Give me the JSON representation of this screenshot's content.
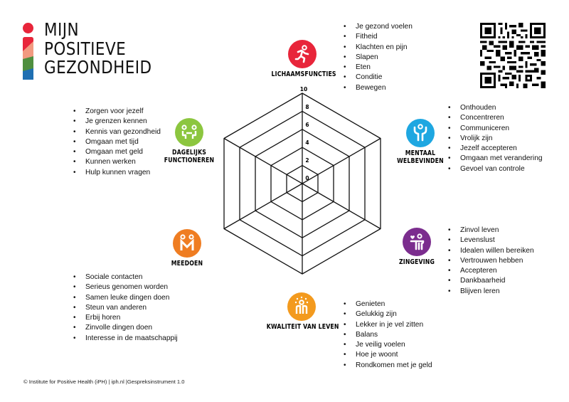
{
  "logo": {
    "lines": [
      "MIJN",
      "POSITIEVE",
      "GEZONDHEID"
    ],
    "colors": {
      "dot": "#e8253a",
      "bar": [
        "#e8253a",
        "#f29a80",
        "#4f8f3f",
        "#1f6fb2"
      ]
    }
  },
  "qr_code": {
    "name": "qr-code"
  },
  "radar": {
    "ticks": [
      "0",
      "2",
      "4",
      "6",
      "8",
      "10"
    ],
    "scale_max": 10,
    "rings": 5
  },
  "categories": [
    {
      "id": "lichaamsfuncties",
      "label": "LICHAAMSFUNCTIES",
      "color": "#e8253a",
      "icon": "running-person-icon",
      "items": [
        "Je gezond voelen",
        "Fitheid",
        "Klachten en pijn",
        "Slapen",
        "Eten",
        "Conditie",
        "Bewegen"
      ]
    },
    {
      "id": "mentaal-welbevinden",
      "label_lines": [
        "MENTAAL",
        "WELBEVINDEN"
      ],
      "color": "#1ea7e1",
      "icon": "person-arms-raised-icon",
      "items": [
        "Onthouden",
        "Concentreren",
        "Communiceren",
        "Vrolijk zijn",
        "Jezelf accepteren",
        "Omgaan met verandering",
        "Gevoel van controle"
      ]
    },
    {
      "id": "zingeving",
      "label": "ZINGEVING",
      "color": "#7b2d8e",
      "icon": "person-with-heart-icon",
      "items": [
        "Zinvol leven",
        "Levenslust",
        "Idealen willen bereiken",
        "Vertrouwen hebben",
        "Accepteren",
        "Dankbaarheid",
        "Blijven leren"
      ]
    },
    {
      "id": "kwaliteit-van-leven",
      "label": "KWALITEIT VAN LEVEN",
      "color": "#f39a1e",
      "icon": "person-radiant-icon",
      "items": [
        "Genieten",
        "Gelukkig zijn",
        "Lekker in je vel zitten",
        "Balans",
        "Je veilig voelen",
        "Hoe je woont",
        "Rondkomen met je geld"
      ]
    },
    {
      "id": "meedoen",
      "label": "MEEDOEN",
      "color": "#ef7d22",
      "icon": "two-people-holding-hands-icon",
      "items": [
        "Sociale contacten",
        "Serieus genomen worden",
        "Samen leuke dingen doen",
        "Steun van anderen",
        "Erbij horen",
        "Zinvolle dingen doen",
        "Interesse in de maatschappij"
      ]
    },
    {
      "id": "dagelijks-functioneren",
      "label_lines": [
        "DAGELIJKS",
        "FUNCTIONEREN"
      ],
      "color": "#8cc63f",
      "icon": "two-people-at-table-icon",
      "items": [
        "Zorgen voor jezelf",
        "Je grenzen kennen",
        "Kennis van gezondheid",
        "Omgaan met tijd",
        "Omgaan met geld",
        "Kunnen werken",
        "Hulp kunnen vragen"
      ]
    }
  ],
  "footer": {
    "text": "© Institute for Positive Health (iPH) | iph.nl |Gespreksinstrument 1.0"
  }
}
